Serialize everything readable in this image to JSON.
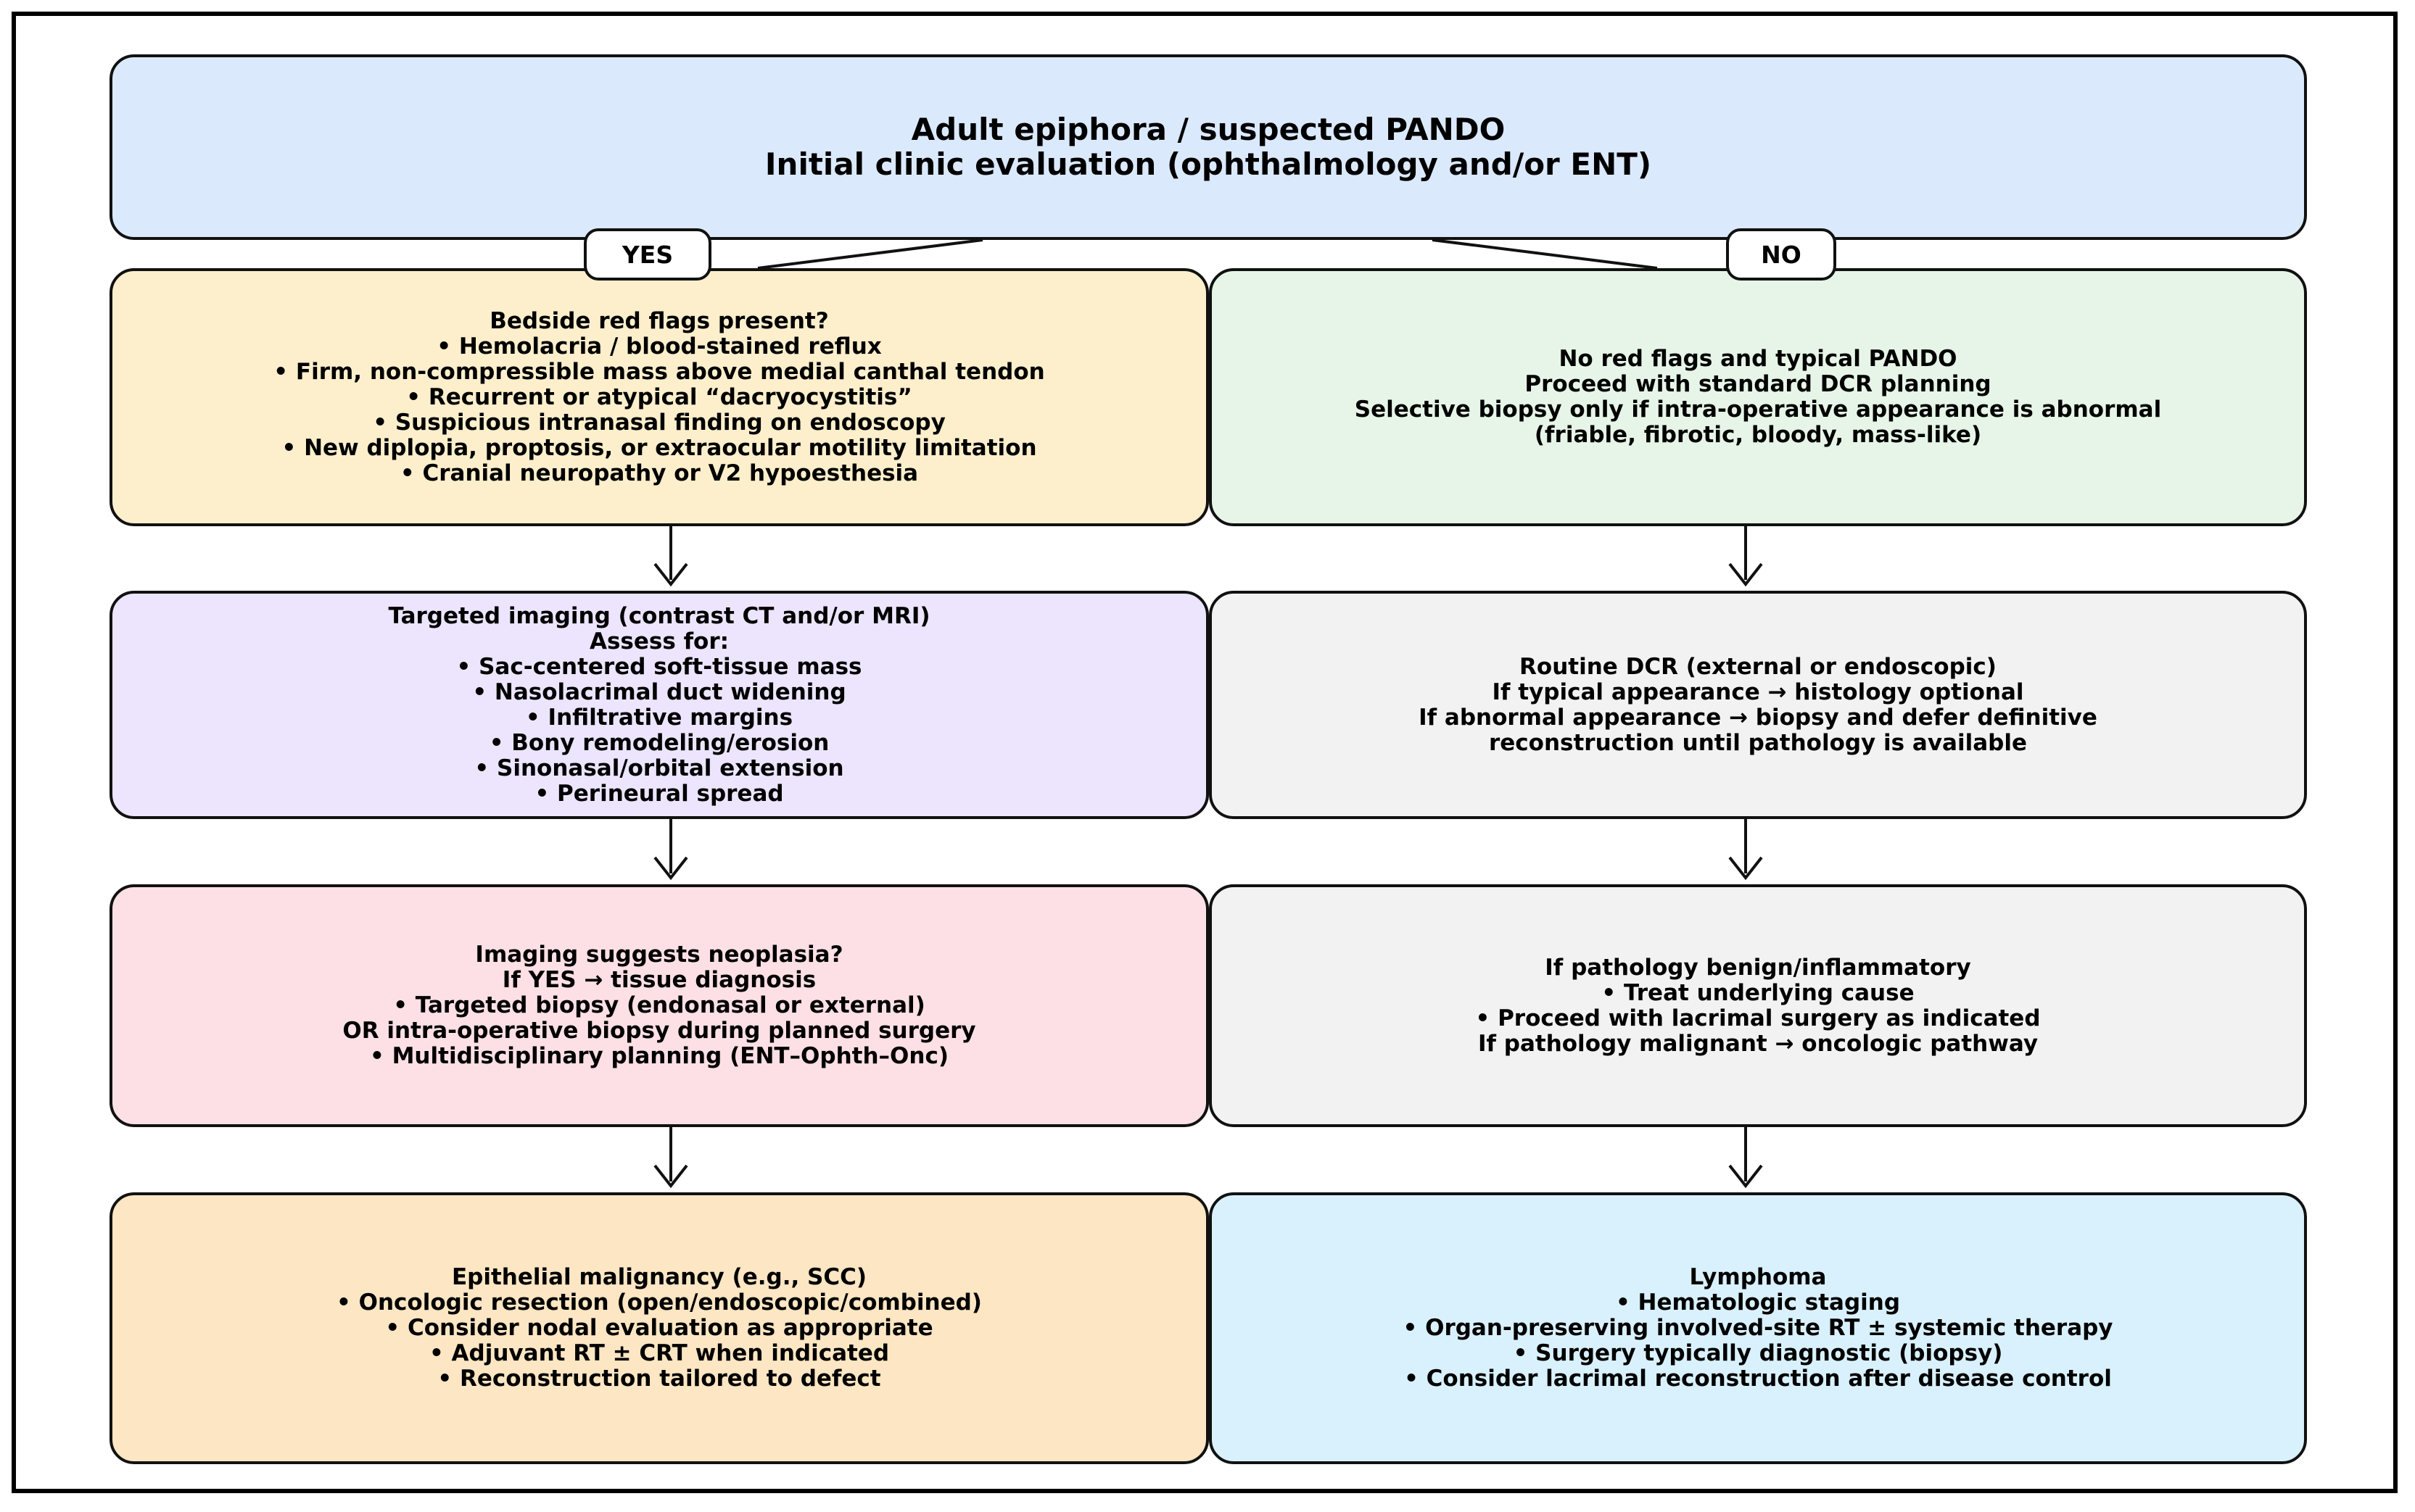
{
  "colors": {
    "top": "#dbe9fd",
    "yes_box": "#fdefcc",
    "no_box": "#e6f5e7",
    "imaging": "#ece5fd",
    "gray": "#f2f2f2",
    "neoplasia": "#fde0e5",
    "epithelial": "#fde6c3",
    "lymphoma": "#d9f1fd"
  },
  "top": {
    "lines": [
      "Adult epiphora / suspected PANDO",
      "Initial clinic evaluation (ophthalmology and/or ENT)"
    ]
  },
  "labels": {
    "yes": "YES",
    "no": "NO"
  },
  "left": {
    "red_flags": [
      "Bedside red flags present?",
      "• Hemolacria / blood-stained reflux",
      "• Firm, non-compressible mass above medial canthal tendon",
      "• Recurrent or atypical “dacryocystitis”",
      "• Suspicious intranasal finding on endoscopy",
      "• New diplopia, proptosis, or extraocular motility limitation",
      "• Cranial neuropathy or V2 hypoesthesia"
    ],
    "imaging": [
      "Targeted imaging (contrast CT and/or MRI)",
      "Assess for:",
      "• Sac-centered soft-tissue mass",
      "• Nasolacrimal duct widening",
      "• Infiltrative margins",
      "• Bony remodeling/erosion",
      "• Sinonasal/orbital extension",
      "• Perineural spread"
    ],
    "neoplasia": [
      "Imaging suggests neoplasia?",
      "If YES → tissue diagnosis",
      "• Targeted biopsy (endonasal or external)",
      "OR intra-operative biopsy during planned surgery",
      "• Multidisciplinary planning (ENT–Ophth–Onc)"
    ],
    "epithelial": [
      "Epithelial malignancy (e.g., SCC)",
      "• Oncologic resection (open/endoscopic/combined)",
      "• Consider nodal evaluation as appropriate",
      "• Adjuvant RT ± CRT when indicated",
      "• Reconstruction tailored to defect"
    ]
  },
  "right": {
    "no_flags": [
      "No red flags and typical PANDO",
      "Proceed with standard DCR planning",
      "Selective biopsy only if intra-operative appearance is abnormal",
      "(friable, fibrotic, bloody, mass-like)"
    ],
    "routine_dcr": [
      "Routine DCR (external or endoscopic)",
      "If typical appearance → histology optional",
      "If abnormal appearance → biopsy and defer definitive",
      "reconstruction until pathology is available"
    ],
    "pathology": [
      "If pathology benign/inflammatory",
      "• Treat underlying cause",
      "• Proceed with lacrimal surgery as indicated",
      "If pathology malignant → oncologic pathway"
    ],
    "lymphoma": [
      "Lymphoma",
      "• Hematologic staging",
      "• Organ-preserving involved-site RT ± systemic therapy",
      "• Surgery typically diagnostic (biopsy)",
      "• Consider lacrimal reconstruction after disease control"
    ]
  }
}
